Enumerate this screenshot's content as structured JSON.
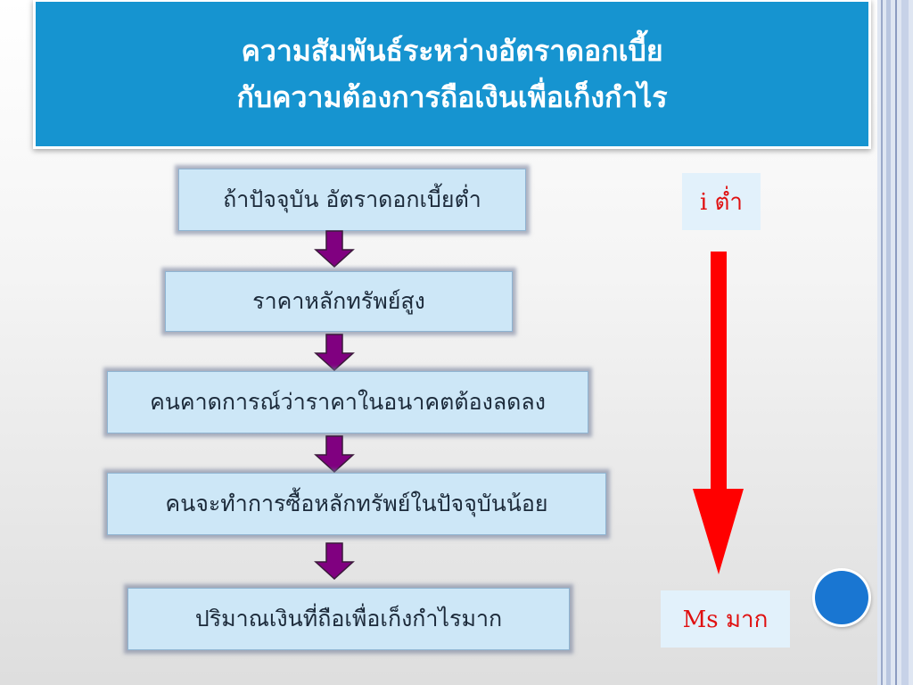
{
  "title": {
    "line1": "ความสัมพันธ์ระหว่างอัตราดอกเบี้ย",
    "line2": "กับความต้องการถือเงินเพื่อเก็งกำไร"
  },
  "flow_steps": [
    "ถ้าปัจจุบัน อัตราดอกเบี้ยต่ำ",
    "ราคาหลักทรัพย์สูง",
    "คนคาดการณ์ว่าราคาในอนาคตต้องลดลง",
    "คนจะทำการซื้อหลักทรัพย์ในปัจจุบันน้อย",
    "ปริมาณเงินที่ถือเพื่อเก็งกำไรมาก"
  ],
  "side_labels": {
    "top": "i  ต่ำ",
    "bottom": "Ms  มาก"
  },
  "colors": {
    "banner": "#1694d0",
    "box_fill": "#cde7f7",
    "flow_arrow": "#800080",
    "indicator_arrow": "#ff0000",
    "label_text": "#e01010",
    "circle": "#1976d2"
  },
  "icons": {
    "flow_arrow": "down-arrow-icon",
    "indicator_arrow": "red-down-arrow-icon",
    "circle": "blue-circle-icon"
  }
}
